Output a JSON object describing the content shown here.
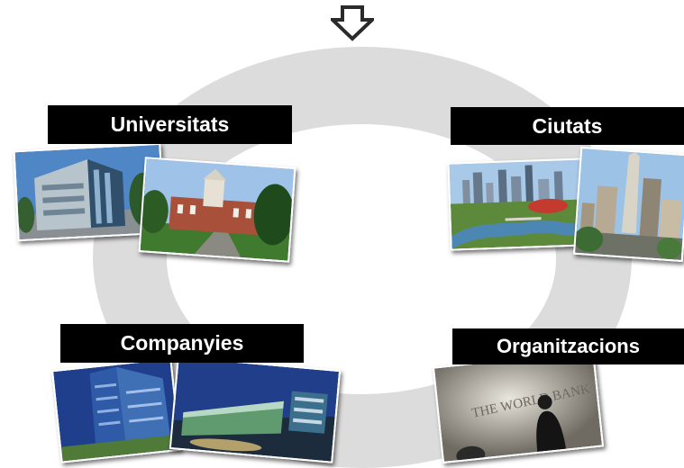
{
  "nodes": {
    "universitats": {
      "label": "Universitats"
    },
    "ciutats": {
      "label": "Ciutats"
    },
    "companyies": {
      "label": "Companyies"
    },
    "organitzacions": {
      "label": "Organitzacions"
    }
  },
  "colors": {
    "ring": "#dcdcdc",
    "label_bg": "#000000",
    "label_text": "#ffffff",
    "arrow": "#2a2a2a"
  },
  "icons": {
    "top": "down-arrow-icon"
  }
}
